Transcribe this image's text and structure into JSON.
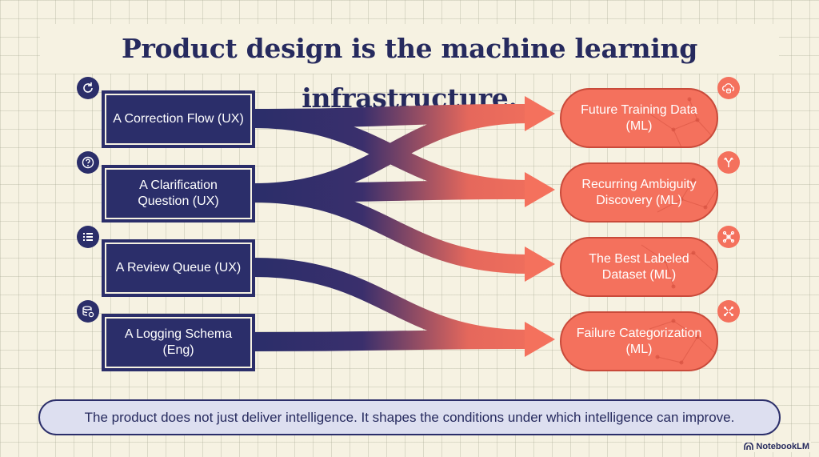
{
  "title": "Product design is the machine learning infrastructure.",
  "sources": [
    {
      "label": "A Correction Flow (UX)",
      "icon": "refresh-icon"
    },
    {
      "label": "A Clarification Question (UX)",
      "icon": "question-icon"
    },
    {
      "label": "A Review Queue (UX)",
      "icon": "list-icon"
    },
    {
      "label": "A Logging Schema (Eng)",
      "icon": "database-icon"
    }
  ],
  "targets": [
    {
      "label": "Future Training Data (ML)",
      "icon": "cloud-database-icon"
    },
    {
      "label": "Recurring Ambiguity Discovery (ML)",
      "icon": "branch-icon"
    },
    {
      "label": "The Best Labeled Dataset (ML)",
      "icon": "network-icon"
    },
    {
      "label": "Failure Categorization (ML)",
      "icon": "scatter-arrows-icon"
    }
  ],
  "links": [
    {
      "from": 0,
      "to": 0
    },
    {
      "from": 0,
      "to": 1
    },
    {
      "from": 1,
      "to": 0
    },
    {
      "from": 1,
      "to": 1
    },
    {
      "from": 1,
      "to": 2
    },
    {
      "from": 2,
      "to": 3
    },
    {
      "from": 3,
      "to": 3
    }
  ],
  "colors": {
    "navy": "#2b2e6a",
    "coral": "#f4715d",
    "paper": "#f6f2e2",
    "footer_bg": "#dddff0"
  },
  "footer": "The product does not just deliver intelligence. It shapes the conditions under which intelligence can improve.",
  "brand": "NotebookLM"
}
